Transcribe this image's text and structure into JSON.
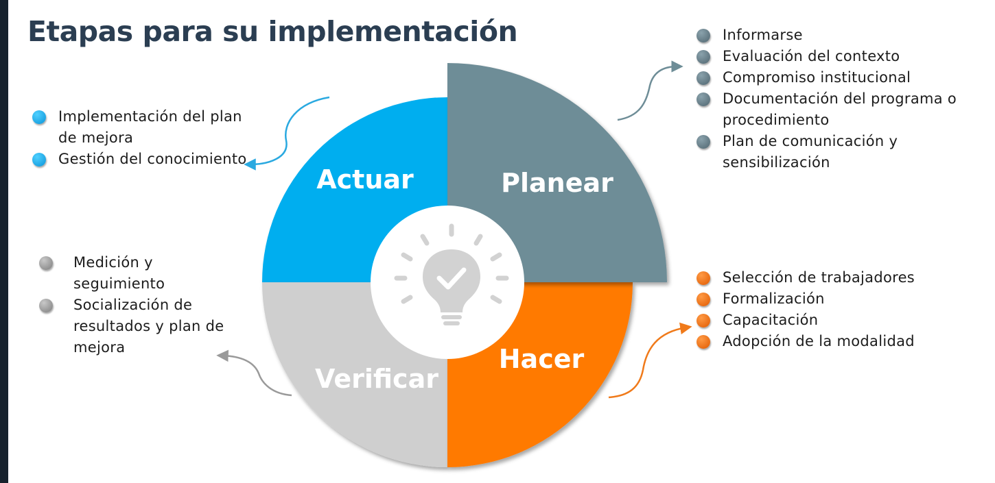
{
  "title": "Etapas para su implementación",
  "quadrants": {
    "actuar": "Actuar",
    "planear": "Planear",
    "hacer": "Hacer",
    "verificar": "Verificar"
  },
  "lists": {
    "planear": [
      "Informarse",
      "Evaluación del contexto",
      "Compromiso institucional",
      "Documentación del programa o procedimiento",
      "Plan de comunicación y sensibilización"
    ],
    "actuar": [
      "Implementación del plan de mejora",
      "Gestión del conocimiento"
    ],
    "verificar": [
      "Medición y seguimiento",
      "Socialización de resultados y plan de mejora"
    ],
    "hacer": [
      "Selección de trabajadores",
      "Formalización",
      "Capacitación",
      "Adopción de la modalidad"
    ]
  },
  "colors": {
    "actuar": "#00aeef",
    "planear": "#6e8d97",
    "hacer": "#ff7a00",
    "verificar": "#cfcfcf"
  },
  "icons": {
    "center": "lightbulb-check-icon"
  }
}
